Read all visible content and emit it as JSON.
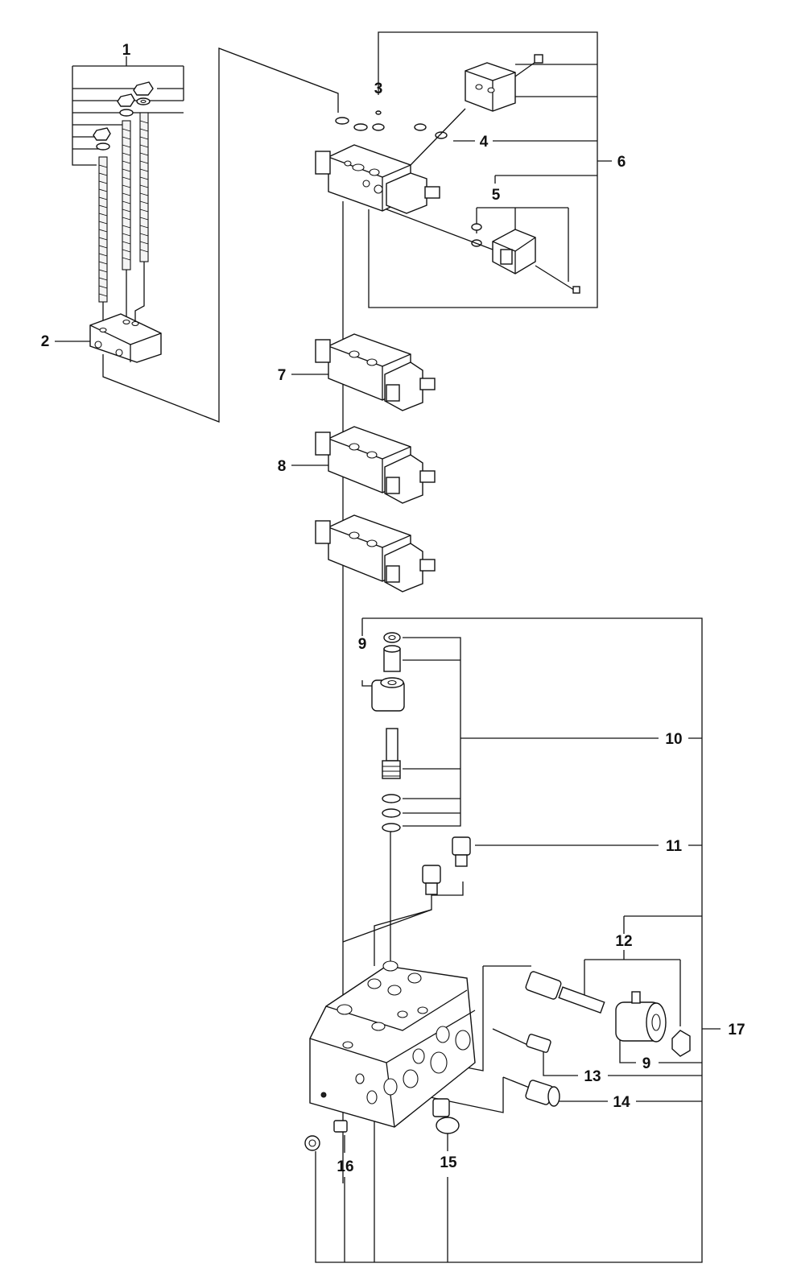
{
  "diagram": {
    "type": "exploded-parts-diagram",
    "colors": {
      "line": "#111111",
      "background": "#ffffff"
    },
    "callouts": [
      {
        "id": "c1",
        "label": "1"
      },
      {
        "id": "c2",
        "label": "2"
      },
      {
        "id": "c3",
        "label": "3"
      },
      {
        "id": "c4",
        "label": "4"
      },
      {
        "id": "c5",
        "label": "5"
      },
      {
        "id": "c6",
        "label": "6"
      },
      {
        "id": "c7",
        "label": "7"
      },
      {
        "id": "c8",
        "label": "8"
      },
      {
        "id": "c9a",
        "label": "9"
      },
      {
        "id": "c10",
        "label": "10"
      },
      {
        "id": "c11",
        "label": "11"
      },
      {
        "id": "c12",
        "label": "12"
      },
      {
        "id": "c9b",
        "label": "9"
      },
      {
        "id": "c13",
        "label": "13"
      },
      {
        "id": "c14",
        "label": "14"
      },
      {
        "id": "c15",
        "label": "15"
      },
      {
        "id": "c16",
        "label": "16"
      },
      {
        "id": "c17",
        "label": "17"
      }
    ]
  }
}
